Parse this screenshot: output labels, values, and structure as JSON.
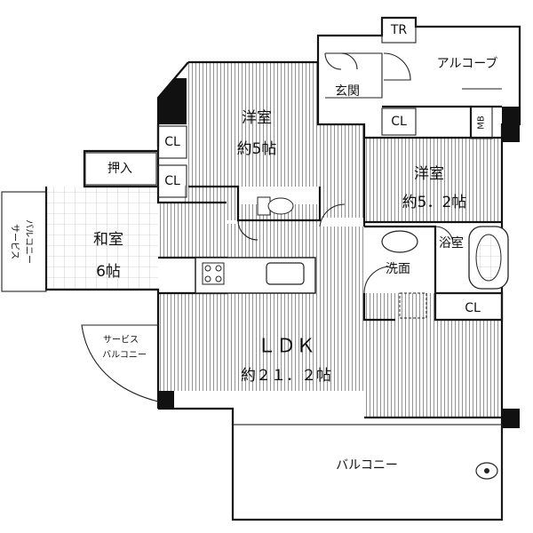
{
  "labels": {
    "tr": "TR",
    "alcove": "アルコーブ",
    "entrance": "玄関",
    "mb": "MB",
    "western1_name": "洋室",
    "western1_size": "約5帖",
    "western2_name": "洋室",
    "western2_size": "約5．2帖",
    "cl_a": "CL",
    "cl_b": "CL",
    "cl_c": "CL",
    "cl_d": "CL",
    "oshiire": "押入",
    "japanese_name": "和室",
    "japanese_size": "6帖",
    "service_balcony1_a": "サービス",
    "service_balcony1_b": "バルコニー",
    "service_balcony2_a": "サービス",
    "service_balcony2_b": "バルコニー",
    "washroom": "洗面",
    "bath": "浴室",
    "ldk_name": "ＬＤＫ",
    "ldk_size": "約２１．２帖",
    "balcony": "バルコニー"
  }
}
